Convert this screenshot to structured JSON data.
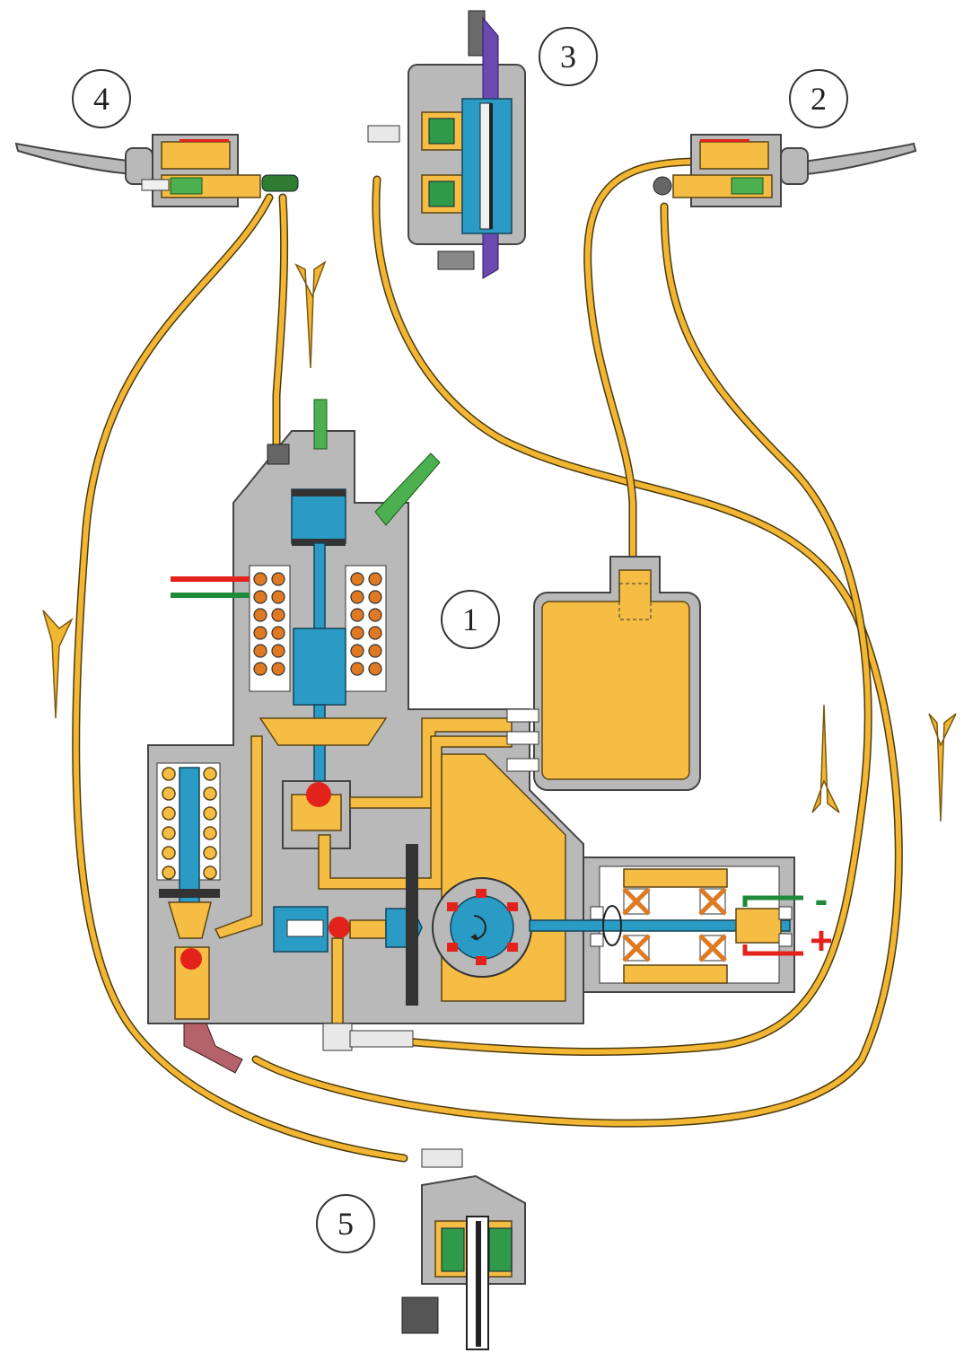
{
  "labels": [
    {
      "id": "1",
      "text": "1"
    },
    {
      "id": "2",
      "text": "2"
    },
    {
      "id": "3",
      "text": "3"
    },
    {
      "id": "4",
      "text": "4"
    },
    {
      "id": "5",
      "text": "5"
    }
  ],
  "motor": {
    "minus": "-",
    "plus": "+"
  },
  "colors": {
    "housing": "#b9b9b9",
    "brake_fluid": "#f6bd45",
    "piston": "#2a9bc4",
    "coil": "#e07a22",
    "seal": "#e3221b",
    "wire_positive": "#e3221b",
    "wire_negative": "#1f8a3a"
  }
}
